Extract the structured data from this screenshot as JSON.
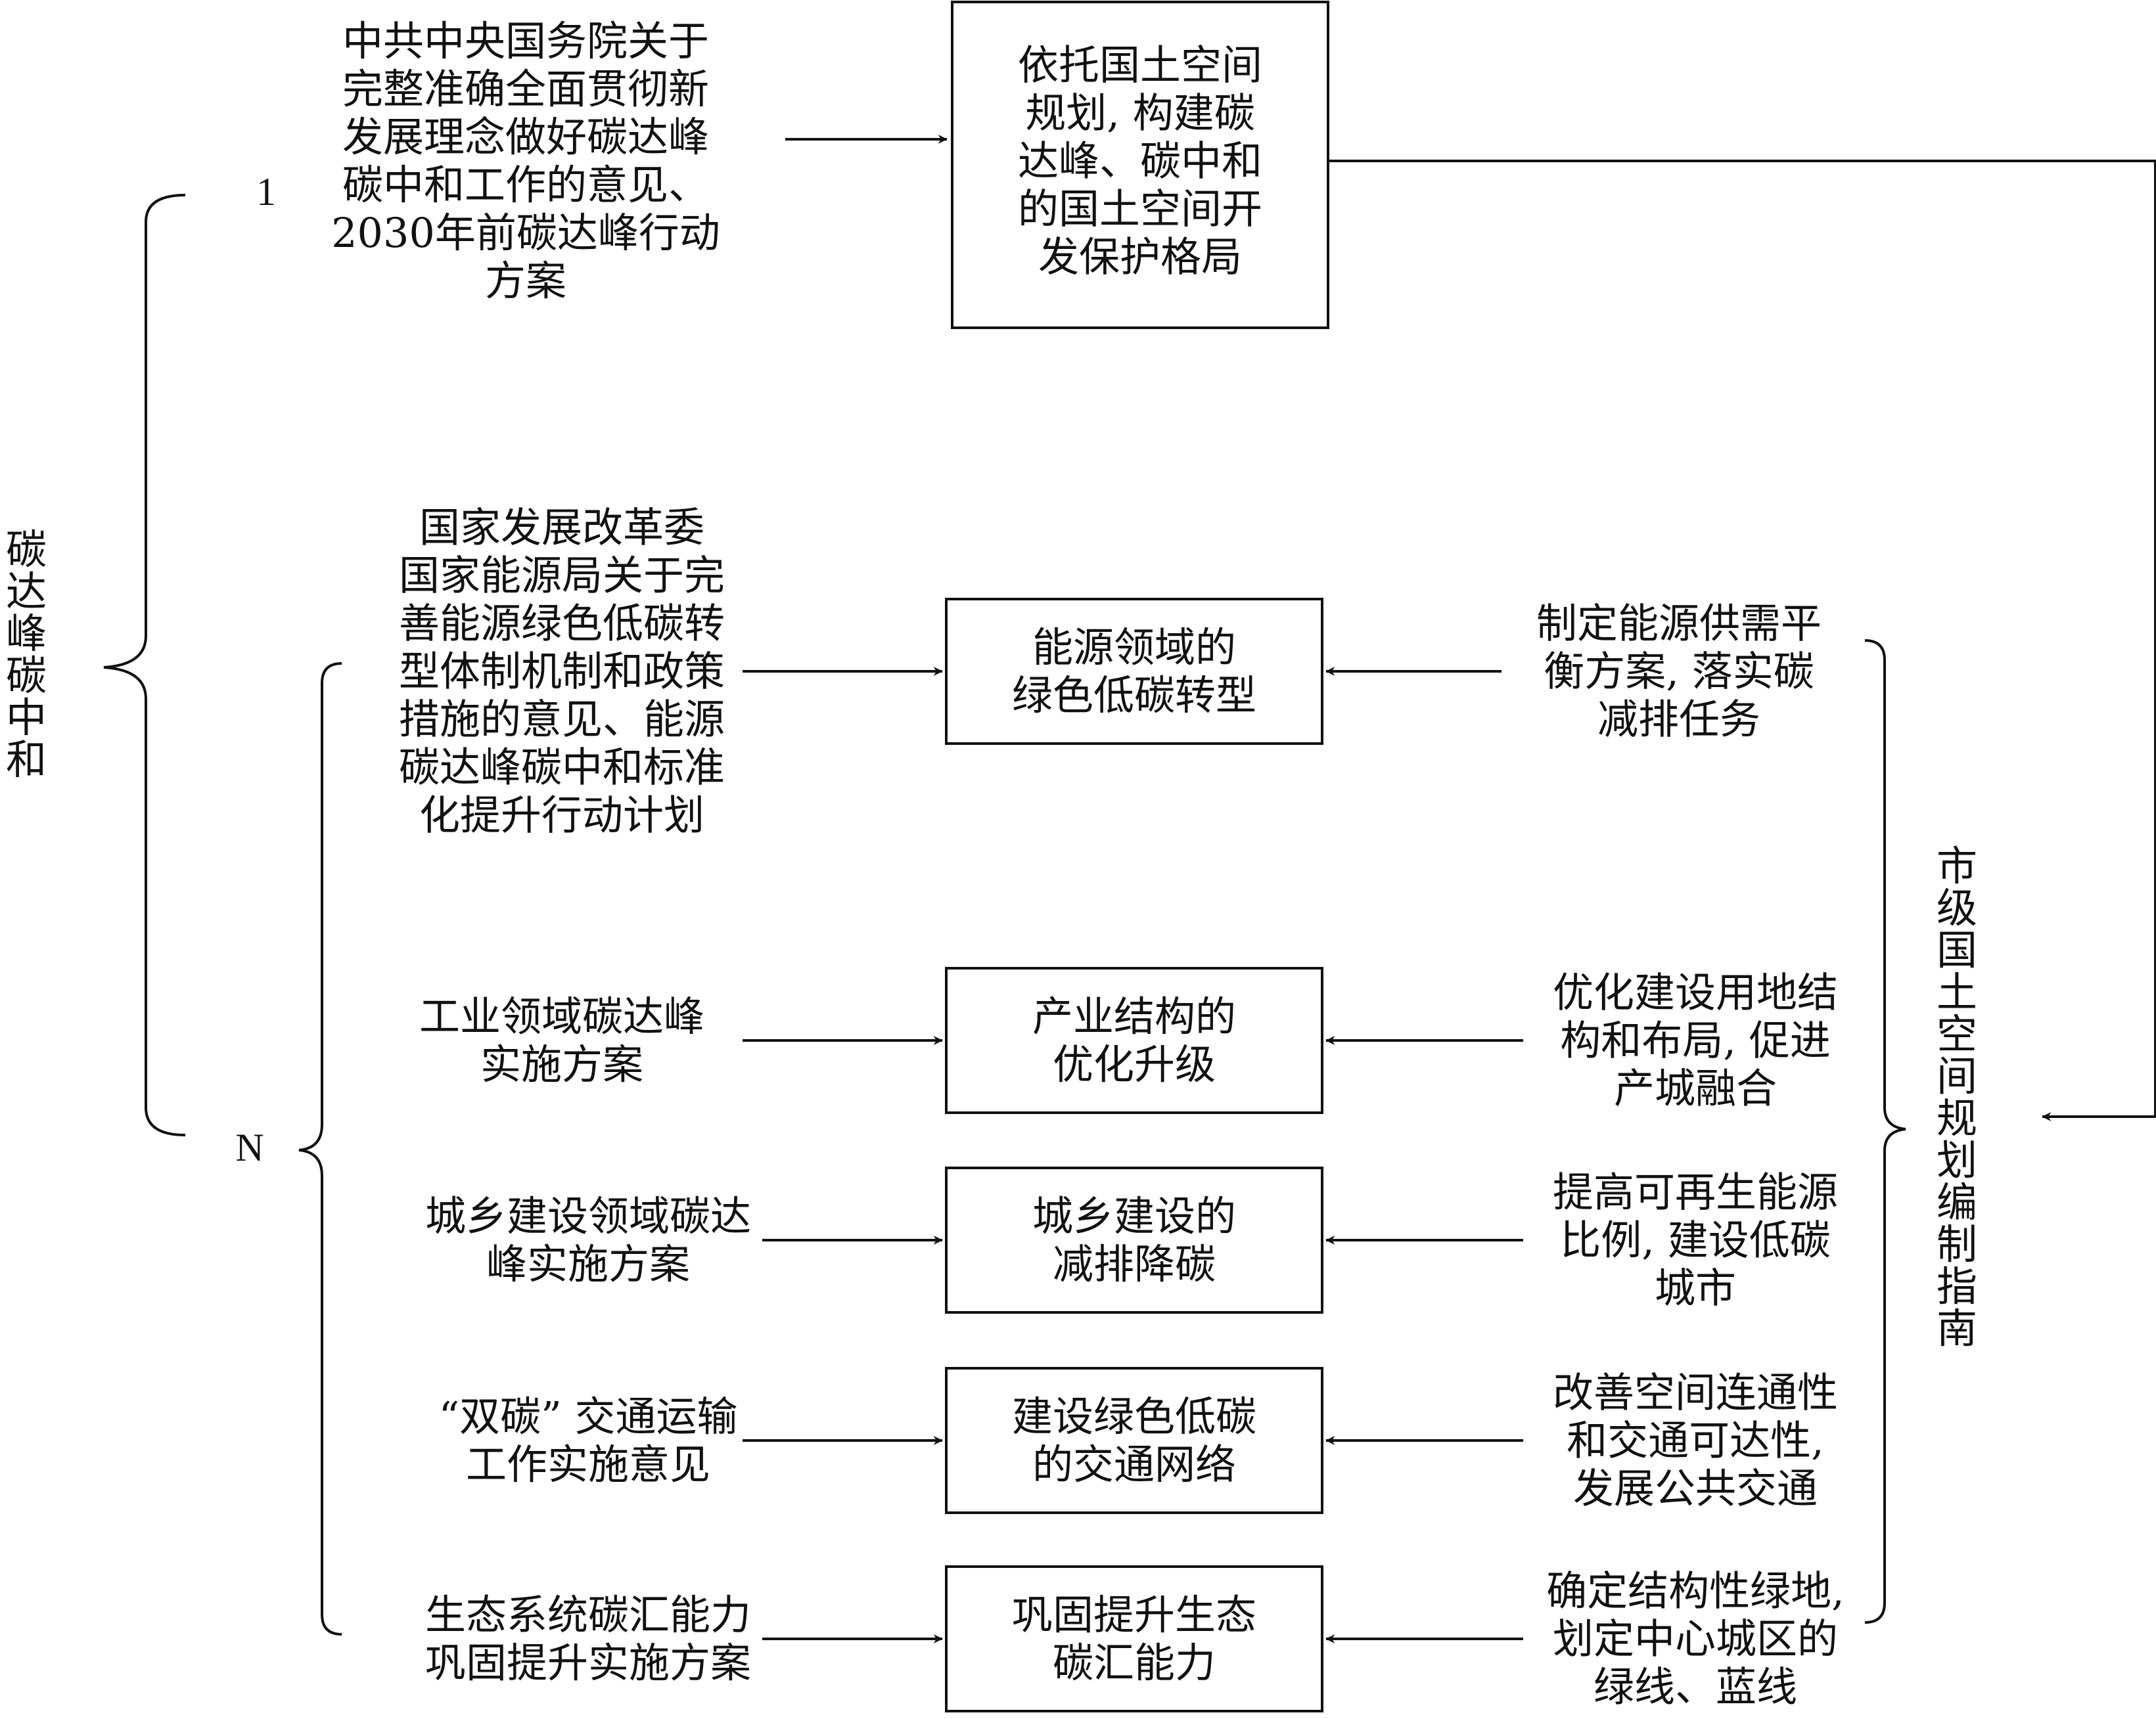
{
  "root_label": "碳达峰碳中和",
  "branch_one_label": "1",
  "branch_n_label": "N",
  "guide_label": "市级国土空间规划编制指南",
  "top_policy": [
    "中共中央国务院关于",
    "完整准确全面贯彻新",
    "发展理念做好碳达峰",
    "碳中和工作的意见、",
    "2030年前碳达峰行动",
    "方案"
  ],
  "top_box": [
    "依托国土空间",
    "规划, 构建碳",
    "达峰、碳中和",
    "的国土空间开",
    "发保护格局"
  ],
  "rows": [
    {
      "policy": [
        "国家发展改革委",
        "国家能源局关于完",
        "善能源绿色低碳转",
        "型体制机制和政策",
        "措施的意见、能源",
        "碳达峰碳中和标准",
        "化提升行动计划"
      ],
      "box": [
        "能源领域的",
        "绿色低碳转型"
      ],
      "measure": [
        "制定能源供需平",
        "衡方案, 落实碳",
        "减排任务"
      ]
    },
    {
      "policy": [
        "工业领域碳达峰",
        "实施方案"
      ],
      "box": [
        "产业结构的",
        "优化升级"
      ],
      "measure": [
        "优化建设用地结",
        "构和布局, 促进",
        "产城融合"
      ]
    },
    {
      "policy": [
        "城乡建设领域碳达",
        "峰实施方案"
      ],
      "box": [
        "城乡建设的",
        "减排降碳"
      ],
      "measure": [
        "提高可再生能源",
        "比例, 建设低碳",
        "城市"
      ]
    },
    {
      "policy": [
        "“双碳” 交通运输",
        "工作实施意见"
      ],
      "box": [
        "建设绿色低碳",
        "的交通网络"
      ],
      "measure": [
        "改善空间连通性",
        "和交通可达性,",
        "发展公共交通"
      ]
    },
    {
      "policy": [
        "生态系统碳汇能力",
        "巩固提升实施方案"
      ],
      "box": [
        "巩固提升生态",
        "碳汇能力"
      ],
      "measure": [
        "确定结构性绿地,",
        "划定中心城区的",
        "绿线、蓝线"
      ]
    }
  ]
}
